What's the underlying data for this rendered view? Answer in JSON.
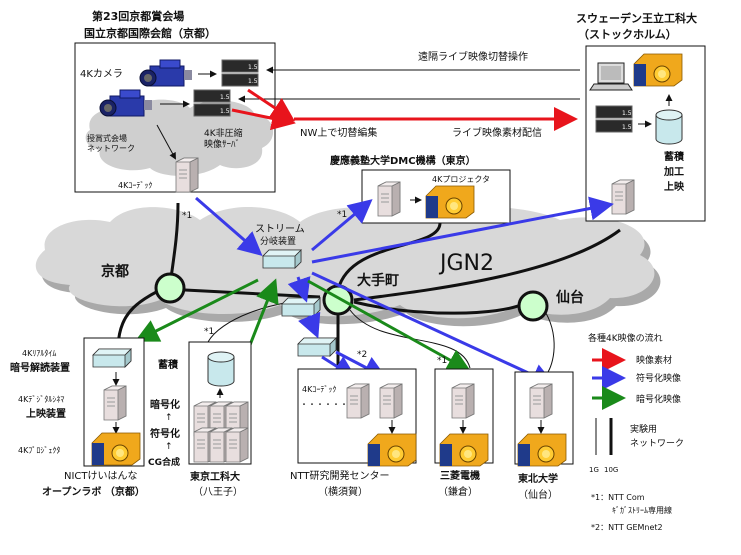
{
  "sites": {
    "kyoto_venue": {
      "title_line1": "第23回京都賞会場",
      "title_line2": "国立京都国際会館（京都）",
      "camera_label": "4Kカメラ",
      "network_label_line1": "授賞式会場",
      "network_label_line2": "ネットワーク",
      "server_label_line1": "4K非圧縮",
      "server_label_line2": "映像ｻｰﾊﾞ",
      "codec_label": "4Kｺｰﾃﾞｯｸ"
    },
    "sweden": {
      "title_line1": "スウェーデン王立工科大",
      "title_line2": "（ストックホルム）",
      "storage_label_line1": "蓄積",
      "storage_label_line2": "加工",
      "storage_label_line3": "上映"
    },
    "keio": {
      "title": "慶應義塾大学DMC機構（東京）",
      "projector_label": "4Kプロジェクタ"
    },
    "nict": {
      "title_line1": "NICTけいはんな",
      "title_line2": "オープンラボ （京都）",
      "decoder_label_line1": "4Kﾘｱﾙﾀｲﾑ",
      "decoder_label_line2": "暗号解読装置",
      "cinema_label_line1": "4Kﾃﾞｼﾞﾀﾙｼﾈﾏ",
      "cinema_label_line2": "上映装置",
      "projector_label": "4Kﾌﾟﾛｼﾞｪｸﾀ"
    },
    "tokyo_koka": {
      "title_line1": "東京工科大",
      "title_line2": "（八王子）",
      "process": [
        "蓄積",
        "暗号化",
        "↑",
        "符号化",
        "↑",
        "CG合成"
      ]
    },
    "ntt": {
      "title_line1": "NTT研究開発センター",
      "title_line2": "（横須賀）",
      "codec_label": "4Kｺｰﾃﾞｯｸ",
      "dots": "・・・・・・・・・"
    },
    "mitsubishi": {
      "title_line1": "三菱電機",
      "title_line2": "（鎌倉）"
    },
    "tohoku": {
      "title_line1": "東北大学",
      "title_line2": "（仙台）"
    }
  },
  "network": {
    "cloud_label": "JGN2",
    "nodes": {
      "kyoto": "京都",
      "otemachi": "大手町",
      "sendai": "仙台"
    },
    "splitter_label_line1": "ストリーム",
    "splitter_label_line2": "分岐装置"
  },
  "flows": {
    "remote_switch": "遠隔ライブ映像切替操作",
    "nw_edit": "NW上で切替編集",
    "live_delivery": "ライブ映像素材配信"
  },
  "marks": {
    "star1": "*1",
    "star2": "*2"
  },
  "legend": {
    "title": "各種4K映像の流れ",
    "items": [
      {
        "label": "映像素材",
        "color": "#e8141c"
      },
      {
        "label": "符号化映像",
        "color": "#3a3ae8"
      },
      {
        "label": "暗号化映像",
        "color": "#1a8a1a"
      }
    ],
    "network_label_line1": "実験用",
    "network_label_line2": "ネットワーク",
    "line_1g": "1G",
    "line_10g": "10G"
  },
  "notes": {
    "note1_line1": "*1：NTT Com",
    "note1_line2": "ｷﾞｶﾞｽﾄﾘｰﾑ専用線",
    "note2": "*2：NTT GEMnet2"
  },
  "colors": {
    "red": "#e8141c",
    "blue": "#3a3ae8",
    "green": "#1a8a1a",
    "node": "#ccffcc",
    "cloud": "#d8d8d8",
    "cloud_shadow": "#a9a9a9",
    "device": "#c8e8ec"
  }
}
